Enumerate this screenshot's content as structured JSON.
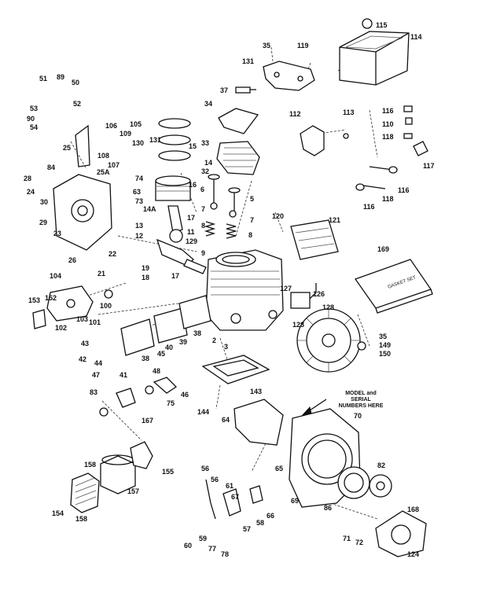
{
  "note": {
    "line1": "MODEL and SERIAL",
    "line2": "NUMBERS HERE"
  },
  "gasket_set_text": "GASKET SET",
  "callouts": [
    {
      "id": "115",
      "text": "115"
    },
    {
      "id": "114",
      "text": "114"
    },
    {
      "id": "35a",
      "text": "35"
    },
    {
      "id": "119",
      "text": "119"
    },
    {
      "id": "131",
      "text": "131"
    },
    {
      "id": "37",
      "text": "37"
    },
    {
      "id": "51",
      "text": "51"
    },
    {
      "id": "89",
      "text": "89"
    },
    {
      "id": "50",
      "text": "50"
    },
    {
      "id": "52",
      "text": "52"
    },
    {
      "id": "53",
      "text": "53"
    },
    {
      "id": "90",
      "text": "90"
    },
    {
      "id": "54",
      "text": "54"
    },
    {
      "id": "34",
      "text": "34"
    },
    {
      "id": "112",
      "text": "112"
    },
    {
      "id": "113",
      "text": "113"
    },
    {
      "id": "116a",
      "text": "116"
    },
    {
      "id": "110",
      "text": "110"
    },
    {
      "id": "118a",
      "text": "118"
    },
    {
      "id": "106",
      "text": "106"
    },
    {
      "id": "105",
      "text": "105"
    },
    {
      "id": "109",
      "text": "109"
    },
    {
      "id": "131b",
      "text": "131"
    },
    {
      "id": "15",
      "text": "15"
    },
    {
      "id": "33",
      "text": "33"
    },
    {
      "id": "130",
      "text": "130"
    },
    {
      "id": "108",
      "text": "108"
    },
    {
      "id": "25",
      "text": "25"
    },
    {
      "id": "107",
      "text": "107"
    },
    {
      "id": "84",
      "text": "84"
    },
    {
      "id": "25A",
      "text": "25A"
    },
    {
      "id": "74",
      "text": "74"
    },
    {
      "id": "14",
      "text": "14"
    },
    {
      "id": "32",
      "text": "32"
    },
    {
      "id": "117",
      "text": "117"
    },
    {
      "id": "28",
      "text": "28"
    },
    {
      "id": "24",
      "text": "24"
    },
    {
      "id": "63",
      "text": "63"
    },
    {
      "id": "73",
      "text": "73"
    },
    {
      "id": "16",
      "text": "16"
    },
    {
      "id": "6",
      "text": "6"
    },
    {
      "id": "116b",
      "text": "116"
    },
    {
      "id": "5",
      "text": "5"
    },
    {
      "id": "118b",
      "text": "118"
    },
    {
      "id": "30",
      "text": "30"
    },
    {
      "id": "14A",
      "text": "14A"
    },
    {
      "id": "116c",
      "text": "116"
    },
    {
      "id": "7a",
      "text": "7"
    },
    {
      "id": "7b",
      "text": "7"
    },
    {
      "id": "120",
      "text": "120"
    },
    {
      "id": "121",
      "text": "121"
    },
    {
      "id": "17a",
      "text": "17"
    },
    {
      "id": "29",
      "text": "29"
    },
    {
      "id": "13",
      "text": "13"
    },
    {
      "id": "8a",
      "text": "8"
    },
    {
      "id": "8b",
      "text": "8"
    },
    {
      "id": "23",
      "text": "23"
    },
    {
      "id": "12",
      "text": "12"
    },
    {
      "id": "11",
      "text": "11"
    },
    {
      "id": "22",
      "text": "22"
    },
    {
      "id": "129",
      "text": "129"
    },
    {
      "id": "9",
      "text": "9"
    },
    {
      "id": "26",
      "text": "26"
    },
    {
      "id": "169",
      "text": "169"
    },
    {
      "id": "21",
      "text": "21"
    },
    {
      "id": "19",
      "text": "19"
    },
    {
      "id": "17b",
      "text": "17"
    },
    {
      "id": "18",
      "text": "18"
    },
    {
      "id": "104",
      "text": "104"
    },
    {
      "id": "127",
      "text": "127"
    },
    {
      "id": "126",
      "text": "126"
    },
    {
      "id": "153",
      "text": "153"
    },
    {
      "id": "152",
      "text": "152"
    },
    {
      "id": "100",
      "text": "100"
    },
    {
      "id": "128",
      "text": "128"
    },
    {
      "id": "103",
      "text": "103"
    },
    {
      "id": "101",
      "text": "101"
    },
    {
      "id": "102",
      "text": "102"
    },
    {
      "id": "128b",
      "text": "128"
    },
    {
      "id": "2",
      "text": "2"
    },
    {
      "id": "38a",
      "text": "38"
    },
    {
      "id": "43",
      "text": "43"
    },
    {
      "id": "40",
      "text": "40"
    },
    {
      "id": "39",
      "text": "39"
    },
    {
      "id": "3",
      "text": "3"
    },
    {
      "id": "35b",
      "text": "35"
    },
    {
      "id": "149",
      "text": "149"
    },
    {
      "id": "38b",
      "text": "38"
    },
    {
      "id": "150",
      "text": "150"
    },
    {
      "id": "42",
      "text": "42"
    },
    {
      "id": "44",
      "text": "44"
    },
    {
      "id": "45",
      "text": "45"
    },
    {
      "id": "47",
      "text": "47"
    },
    {
      "id": "41",
      "text": "41"
    },
    {
      "id": "48",
      "text": "48"
    },
    {
      "id": "143",
      "text": "143"
    },
    {
      "id": "46",
      "text": "46"
    },
    {
      "id": "83",
      "text": "83"
    },
    {
      "id": "75",
      "text": "75"
    },
    {
      "id": "70",
      "text": "70"
    },
    {
      "id": "144",
      "text": "144"
    },
    {
      "id": "64",
      "text": "64"
    },
    {
      "id": "167",
      "text": "167"
    },
    {
      "id": "158a",
      "text": "158"
    },
    {
      "id": "155",
      "text": "155"
    },
    {
      "id": "56a",
      "text": "56"
    },
    {
      "id": "65",
      "text": "65"
    },
    {
      "id": "82",
      "text": "82"
    },
    {
      "id": "56b",
      "text": "56"
    },
    {
      "id": "157",
      "text": "157"
    },
    {
      "id": "61",
      "text": "61"
    },
    {
      "id": "154",
      "text": "154"
    },
    {
      "id": "67",
      "text": "67"
    },
    {
      "id": "69",
      "text": "69"
    },
    {
      "id": "66",
      "text": "66"
    },
    {
      "id": "86",
      "text": "86"
    },
    {
      "id": "158b",
      "text": "158"
    },
    {
      "id": "58",
      "text": "58"
    },
    {
      "id": "57",
      "text": "57"
    },
    {
      "id": "168",
      "text": "168"
    },
    {
      "id": "60",
      "text": "60"
    },
    {
      "id": "59",
      "text": "59"
    },
    {
      "id": "71",
      "text": "71"
    },
    {
      "id": "72",
      "text": "72"
    },
    {
      "id": "77",
      "text": "77"
    },
    {
      "id": "78",
      "text": "78"
    },
    {
      "id": "124",
      "text": "124"
    }
  ]
}
